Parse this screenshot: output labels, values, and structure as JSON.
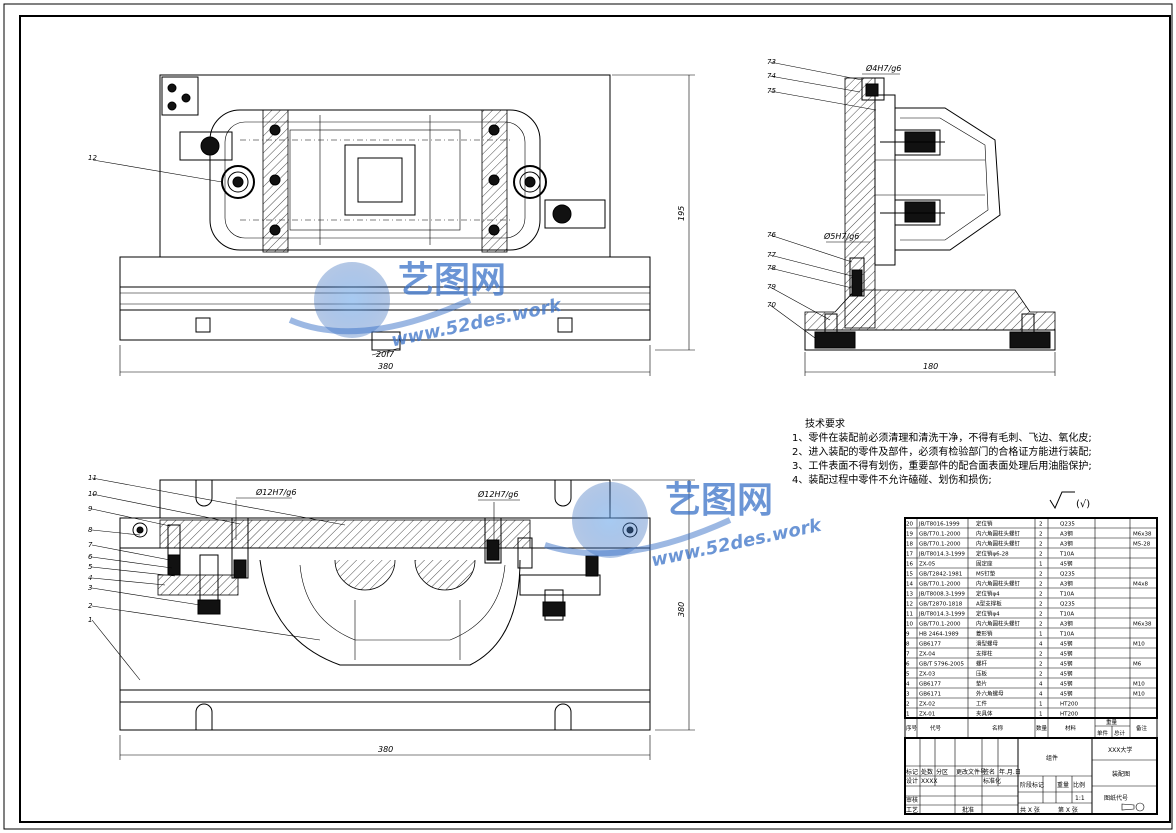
{
  "front_view": {
    "labels": [
      "12"
    ],
    "dim_width": "380",
    "dim_height": "195",
    "fit_label": "20f7"
  },
  "side_view": {
    "labels": [
      "73",
      "74",
      "75",
      "76",
      "77",
      "78",
      "79",
      "70"
    ],
    "fit_top": "Ø4H7/g6",
    "fit_mid": "Ø5H7/g6",
    "dim_width": "180"
  },
  "section_view": {
    "labels": [
      "11",
      "10",
      "9",
      "8",
      "7",
      "6",
      "5",
      "4",
      "3",
      "2",
      "1"
    ],
    "fit_left": "Ø12H7/g6",
    "fit_right": "Ø12H7/g6",
    "dim_width": "380",
    "dim_height": "380"
  },
  "tech_requirements": {
    "title": "技术要求",
    "items": [
      "1、零件在装配前必须清理和清洗干净，不得有毛刺、飞边、氧化皮;",
      "2、进入装配的零件及部件，必须有检验部门的合格证方能进行装配;",
      "3、工件表面不得有划伤，重要部件的配合面表面处理后用油脂保护;",
      "4、装配过程中零件不允许磕碰、划伤和损伤;"
    ],
    "roughness": "(√)"
  },
  "watermark": {
    "brand": "艺图网",
    "url": "www.52des.work"
  },
  "bom": {
    "rows": [
      {
        "no": "20",
        "code": "JB/T8016-1999",
        "name": "定位销",
        "qty": "2",
        "mat": "Q235",
        "note": ""
      },
      {
        "no": "19",
        "code": "GB/T70.1-2000",
        "name": "内六角圆柱头螺钉",
        "qty": "2",
        "mat": "A3钢",
        "note": "M6x38"
      },
      {
        "no": "18",
        "code": "GB/T70.1-2000",
        "name": "内六角圆柱头螺钉",
        "qty": "2",
        "mat": "A3钢",
        "note": "M5-28"
      },
      {
        "no": "17",
        "code": "JB/T8014.3-1999",
        "name": "定位销φ6-28",
        "qty": "2",
        "mat": "T10A",
        "note": ""
      },
      {
        "no": "16",
        "code": "ZX-05",
        "name": "固定座",
        "qty": "1",
        "mat": "45钢",
        "note": ""
      },
      {
        "no": "15",
        "code": "GB/T2842-1981",
        "name": "M5钉垫",
        "qty": "2",
        "mat": "Q235",
        "note": ""
      },
      {
        "no": "14",
        "code": "GB/T70.1-2000",
        "name": "内六角圆柱头螺钉",
        "qty": "2",
        "mat": "A3钢",
        "note": "M4x8"
      },
      {
        "no": "13",
        "code": "JB/T8008.3-1999",
        "name": "定位销φ4",
        "qty": "2",
        "mat": "T10A",
        "note": ""
      },
      {
        "no": "12",
        "code": "GB/T2870-1818",
        "name": "A型支撑板",
        "qty": "2",
        "mat": "Q235",
        "note": ""
      },
      {
        "no": "11",
        "code": "JB/T8014.3-1999",
        "name": "定位销φ4",
        "qty": "2",
        "mat": "T10A",
        "note": ""
      },
      {
        "no": "10",
        "code": "GB/T70.1-2000",
        "name": "内六角圆柱头螺钉",
        "qty": "2",
        "mat": "A3钢",
        "note": "M6x38"
      },
      {
        "no": "9",
        "code": "HB 2464-1989",
        "name": "菱形销",
        "qty": "1",
        "mat": "T10A",
        "note": ""
      },
      {
        "no": "8",
        "code": "GB6177",
        "name": "滑型螺母",
        "qty": "4",
        "mat": "45钢",
        "note": "M10"
      },
      {
        "no": "7",
        "code": "ZX-04",
        "name": "支撑柱",
        "qty": "2",
        "mat": "45钢",
        "note": ""
      },
      {
        "no": "6",
        "code": "GB/T 5796-2005",
        "name": "螺杆",
        "qty": "2",
        "mat": "45钢",
        "note": "M6"
      },
      {
        "no": "5",
        "code": "ZX-03",
        "name": "压板",
        "qty": "2",
        "mat": "45钢",
        "note": ""
      },
      {
        "no": "4",
        "code": "GB6177",
        "name": "垫片",
        "qty": "4",
        "mat": "45钢",
        "note": "M10"
      },
      {
        "no": "3",
        "code": "GB6171",
        "name": "外六角螺母",
        "qty": "4",
        "mat": "45钢",
        "note": "M10"
      },
      {
        "no": "2",
        "code": "ZX-02",
        "name": "工件",
        "qty": "1",
        "mat": "HT200",
        "note": ""
      },
      {
        "no": "1",
        "code": "ZX-01",
        "name": "夹具体",
        "qty": "1",
        "mat": "HT200",
        "note": ""
      }
    ],
    "header": [
      "序号",
      "代号",
      "名称",
      "数量",
      "材料",
      "单件",
      "总计",
      "备注"
    ],
    "header_weight": "重量"
  },
  "title_block": {
    "assembly": "组件",
    "school": "XXX大学",
    "drawing_name": "装配图",
    "drawing_no": "图纸代号",
    "scale": "1:1",
    "row_labels": [
      "标记",
      "处数",
      "分区",
      "更改文件号",
      "签名",
      "年.月.日"
    ],
    "design": "设计",
    "design_name": "XXXX",
    "standard": "标准化",
    "review": "审核",
    "process": "工艺",
    "approve": "批准",
    "stage": "阶段标记",
    "weight": "重量",
    "ratio": "比例",
    "sheets": "共 X 张",
    "sheet": "第 X 张"
  }
}
